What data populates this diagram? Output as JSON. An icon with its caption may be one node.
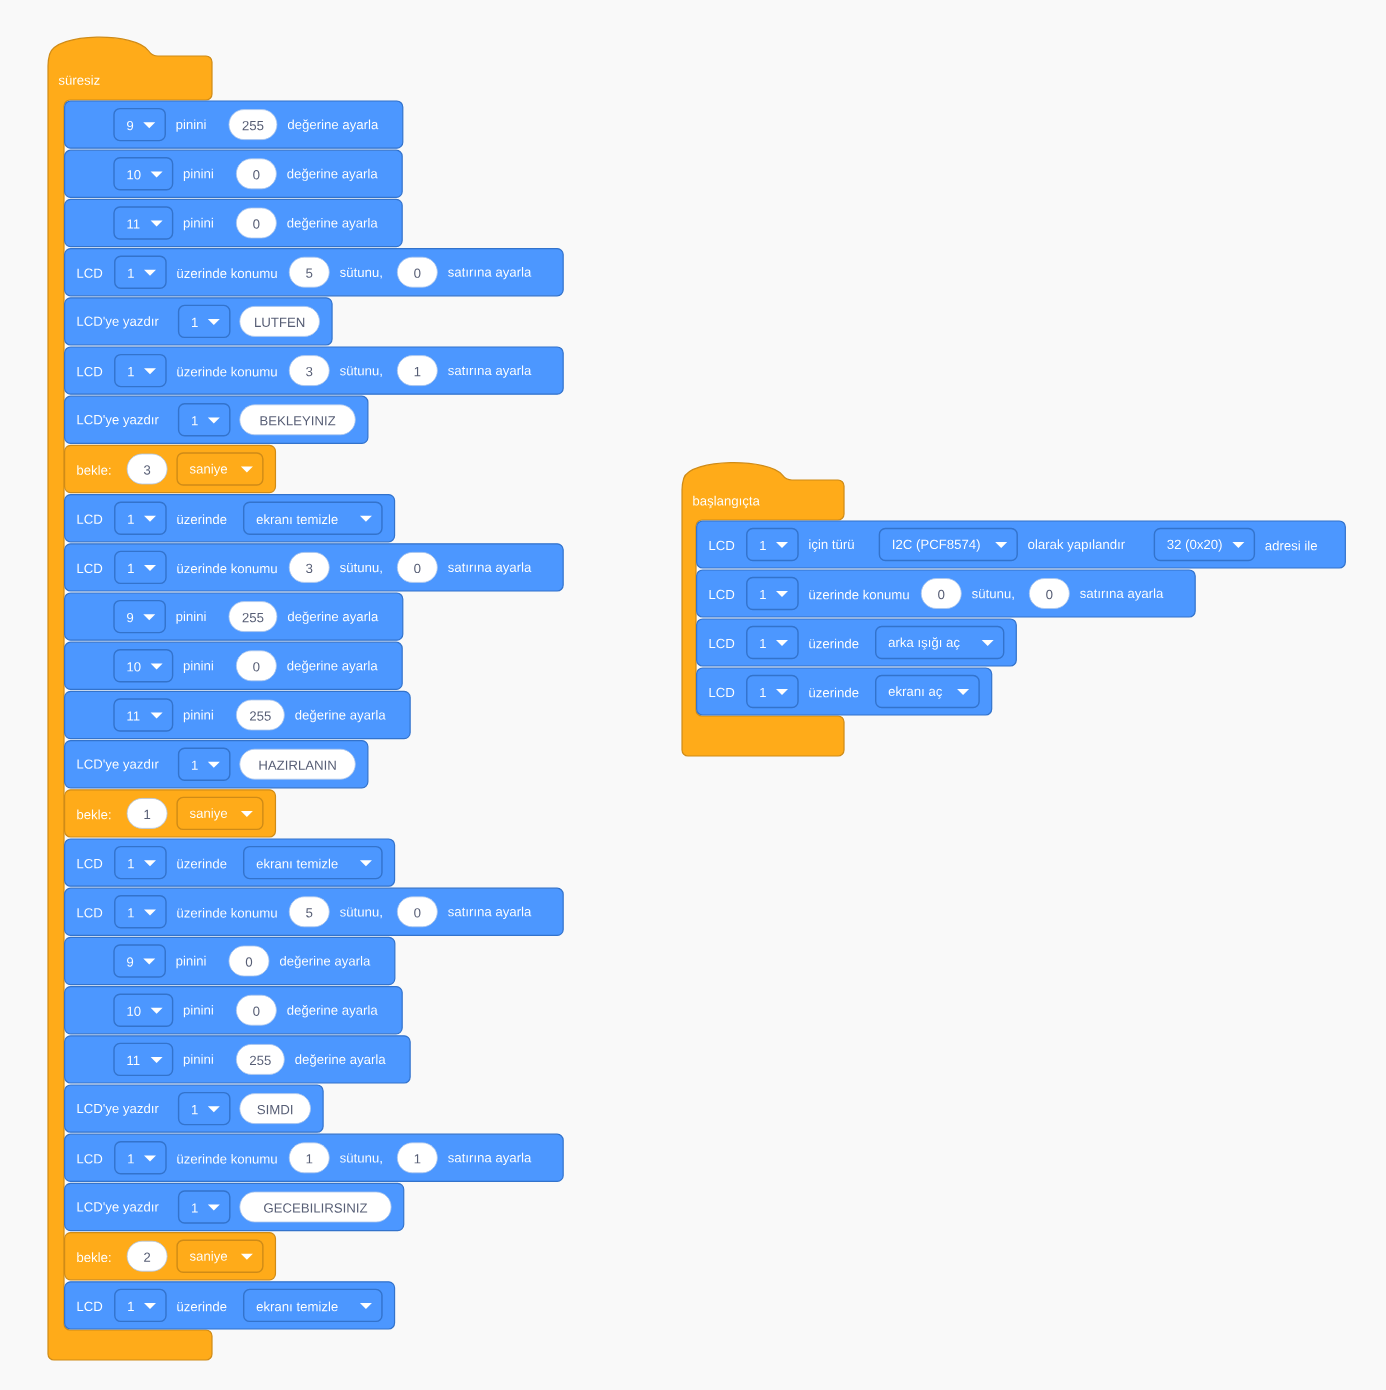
{
  "diagram": {
    "nodes": [
      {
        "text": [
          "süresiz"
        ]
      },
      {
        "text": [
          "9",
          "pinini",
          "255",
          "değerine ayarla"
        ]
      },
      {
        "text": [
          "10",
          "pinini",
          "0",
          "değerine ayarla"
        ]
      },
      {
        "text": [
          "11",
          "pinini",
          "0",
          "değerine ayarla"
        ]
      },
      {
        "text": [
          "LCD",
          "1",
          "üzerinde konumu",
          "5",
          "sütunu,",
          "0",
          "satırına ayarla"
        ]
      },
      {
        "text": [
          "LCD'ye yazdır",
          "1",
          "LUTFEN"
        ]
      },
      {
        "text": [
          "LCD",
          "1",
          "üzerinde konumu",
          "3",
          "sütunu,",
          "1",
          "satırına ayarla"
        ]
      },
      {
        "text": [
          "LCD'ye yazdır",
          "1",
          "BEKLEYINIZ"
        ]
      },
      {
        "text": [
          "bekle:",
          "3",
          "saniye"
        ]
      },
      {
        "text": [
          "LCD",
          "1",
          "üzerinde",
          "ekranı temizle"
        ]
      },
      {
        "text": [
          "LCD",
          "1",
          "üzerinde konumu",
          "3",
          "sütunu,",
          "0",
          "satırına ayarla"
        ]
      },
      {
        "text": [
          "9",
          "pinini",
          "255",
          "değerine ayarla"
        ]
      },
      {
        "text": [
          "10",
          "pinini",
          "0",
          "değerine ayarla"
        ]
      },
      {
        "text": [
          "11",
          "pinini",
          "255",
          "değerine ayarla"
        ]
      },
      {
        "text": [
          "LCD'ye yazdır",
          "1",
          "HAZIRLANIN"
        ]
      },
      {
        "text": [
          "bekle:",
          "1",
          "saniye"
        ]
      },
      {
        "text": [
          "LCD",
          "1",
          "üzerinde",
          "ekranı temizle"
        ]
      },
      {
        "text": [
          "LCD",
          "1",
          "üzerinde konumu",
          "5",
          "sütunu,",
          "0",
          "satırına ayarla"
        ]
      },
      {
        "text": [
          "9",
          "pinini",
          "0",
          "değerine ayarla"
        ]
      },
      {
        "text": [
          "10",
          "pinini",
          "0",
          "değerine ayarla"
        ]
      },
      {
        "text": [
          "11",
          "pinini",
          "255",
          "değerine ayarla"
        ]
      },
      {
        "text": [
          "LCD'ye yazdır",
          "1",
          "SIMDI"
        ]
      },
      {
        "text": [
          "LCD",
          "1",
          "üzerinde konumu",
          "1",
          "sütunu,",
          "1",
          "satırına ayarla"
        ]
      },
      {
        "text": [
          "LCD'ye yazdır",
          "1",
          "GECEBILIRSINIZ"
        ]
      },
      {
        "text": [
          "bekle:",
          "2",
          "saniye"
        ]
      },
      {
        "text": [
          "LCD",
          "1",
          "üzerinde",
          "ekranı temizle"
        ]
      },
      {
        "text": [
          "başlangıçta"
        ]
      },
      {
        "text": [
          "LCD",
          "1",
          "için türü",
          "I2C (PCF8574)",
          "olarak yapılandır",
          "32 (0x20)",
          "adresi ile"
        ]
      },
      {
        "text": [
          "LCD",
          "1",
          "üzerinde konumu",
          "0",
          "sütunu,",
          "0",
          "satırına ayarla"
        ]
      },
      {
        "text": [
          "LCD",
          "1",
          "üzerinde",
          "arka ışığı aç"
        ]
      },
      {
        "text": [
          "LCD",
          "1",
          "üzerinde",
          "ekranı aç"
        ]
      }
    ]
  }
}
